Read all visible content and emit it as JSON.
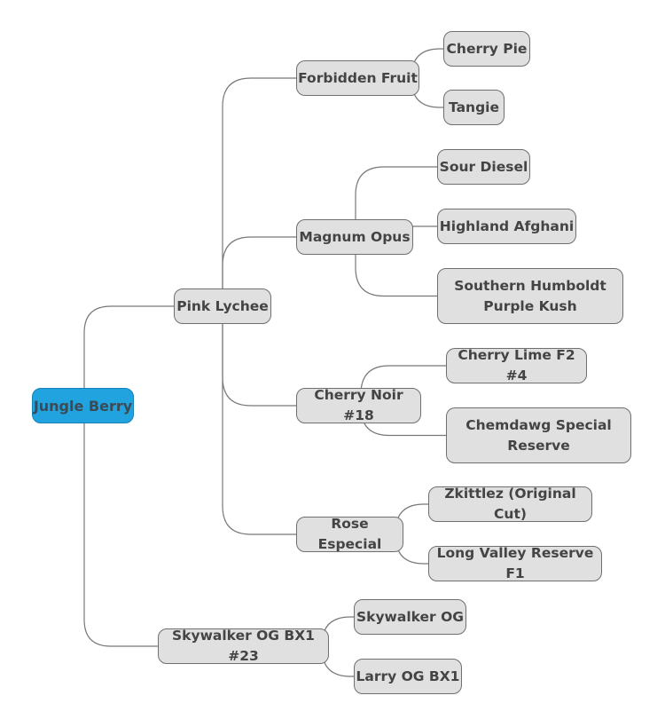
{
  "mindmap": {
    "root": {
      "id": "root",
      "label": "Jungle Berry",
      "color": "#20a3df"
    },
    "nodes": [
      {
        "id": "pink",
        "label": "Pink Lychee",
        "parent": "root"
      },
      {
        "id": "skyog23",
        "label": "Skywalker OG BX1 #23",
        "parent": "root"
      },
      {
        "id": "forbidden",
        "label": "Forbidden Fruit",
        "parent": "pink"
      },
      {
        "id": "magnum",
        "label": "Magnum Opus",
        "parent": "pink"
      },
      {
        "id": "noir",
        "label": "Cherry Noir #18",
        "parent": "pink"
      },
      {
        "id": "rose",
        "label": "Rose Especial",
        "parent": "pink"
      },
      {
        "id": "cherrypie",
        "label": "Cherry Pie",
        "parent": "forbidden"
      },
      {
        "id": "tangie",
        "label": "Tangie",
        "parent": "forbidden"
      },
      {
        "id": "sour",
        "label": "Sour Diesel",
        "parent": "magnum"
      },
      {
        "id": "highland",
        "label": "Highland Afghani",
        "parent": "magnum"
      },
      {
        "id": "shpk",
        "label": "Southern Humboldt\nPurple Kush",
        "parent": "magnum"
      },
      {
        "id": "cherrylime",
        "label": "Cherry Lime F2 #4",
        "parent": "noir"
      },
      {
        "id": "chemdawg",
        "label": "Chemdawg Special\nReserve",
        "parent": "noir"
      },
      {
        "id": "zkittlez",
        "label": "Zkittlez (Original Cut)",
        "parent": "rose"
      },
      {
        "id": "longvalley",
        "label": "Long Valley Reserve F1",
        "parent": "rose"
      },
      {
        "id": "skyog",
        "label": "Skywalker OG",
        "parent": "skyog23"
      },
      {
        "id": "larry",
        "label": "Larry OG BX1",
        "parent": "skyog23"
      }
    ]
  }
}
